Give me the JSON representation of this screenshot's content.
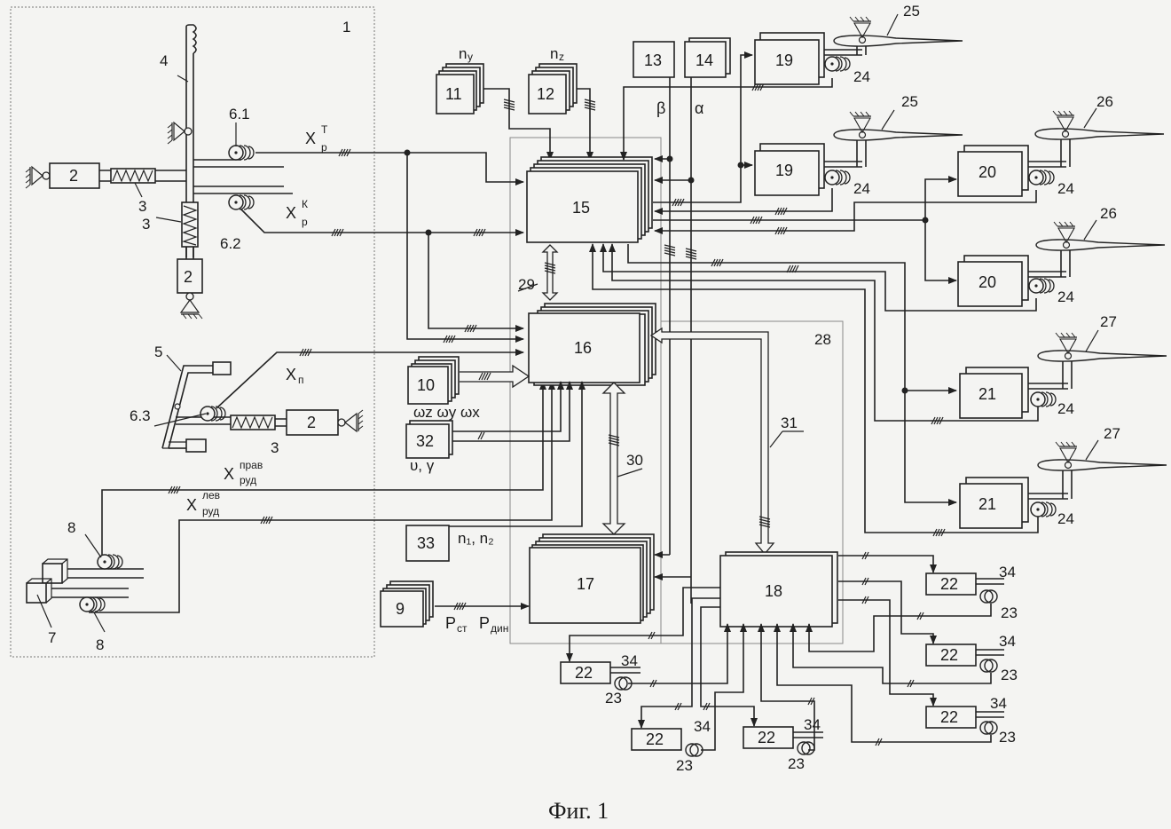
{
  "caption": "Фиг. 1",
  "colors": {
    "line": "#222222",
    "background": "#f4f4f2",
    "frame": "#777777"
  },
  "frame_label": "1",
  "inner_frame_label": "28",
  "cockpit": {
    "stick": {
      "label": "4"
    },
    "loaders": [
      {
        "label": "2"
      },
      {
        "label": "2"
      },
      {
        "label": "2"
      }
    ],
    "springs": [
      {
        "label": "3"
      },
      {
        "label": "3"
      },
      {
        "label": "3"
      }
    ],
    "pedals": {
      "label": "5"
    },
    "sensors": {
      "s61": "6.1",
      "s62": "6.2",
      "s63": "6.3"
    },
    "throttle": {
      "label": "7",
      "sensor_top": "8",
      "sensor_bottom": "8"
    },
    "signals": {
      "xpt_main": "X",
      "xpt_sup": "Т",
      "xpt_sub": "р",
      "xpk_main": "X",
      "xpk_sup": "К",
      "xpk_sub": "р",
      "xn_main": "X",
      "xn_sub": "п",
      "xr_main": "X",
      "xr_sup": "прав",
      "xr_sub": "руд",
      "xl_main": "X",
      "xl_sup": "лев",
      "xl_sub": "руд"
    }
  },
  "blocks": {
    "b9": "9",
    "b10": "10",
    "b11": "11",
    "b12": "12",
    "b13": "13",
    "b14": "14",
    "b15": "15",
    "b16": "16",
    "b17": "17",
    "b18": "18",
    "b19a": "19",
    "b19b": "19",
    "b20a": "20",
    "b20b": "20",
    "b21a": "21",
    "b21b": "21",
    "b22": [
      "22",
      "22",
      "22",
      "22",
      "22",
      "22"
    ],
    "b32": "32",
    "b33": "33"
  },
  "block_signals": {
    "ny_main": "n",
    "ny_sub": "y",
    "nz_main": "n",
    "nz_sub": "z",
    "beta": "β",
    "alpha": "α",
    "omega": "ωz ωy ωx",
    "theta_gamma": "υ, γ",
    "n12": "n₁, n₂",
    "pst_main": "P",
    "pst_sub": "ст",
    "pdyn_main": "P",
    "pdyn_sub": "дин"
  },
  "buses": {
    "b29": "29",
    "b30": "30",
    "b31": "31"
  },
  "surfaces": {
    "s25a": "25",
    "s25b": "25",
    "s26a": "26",
    "s26b": "26",
    "s27a": "27",
    "s27b": "27",
    "sensor24": "24"
  },
  "servo_labels": {
    "actuator": "23",
    "rod": "34"
  }
}
